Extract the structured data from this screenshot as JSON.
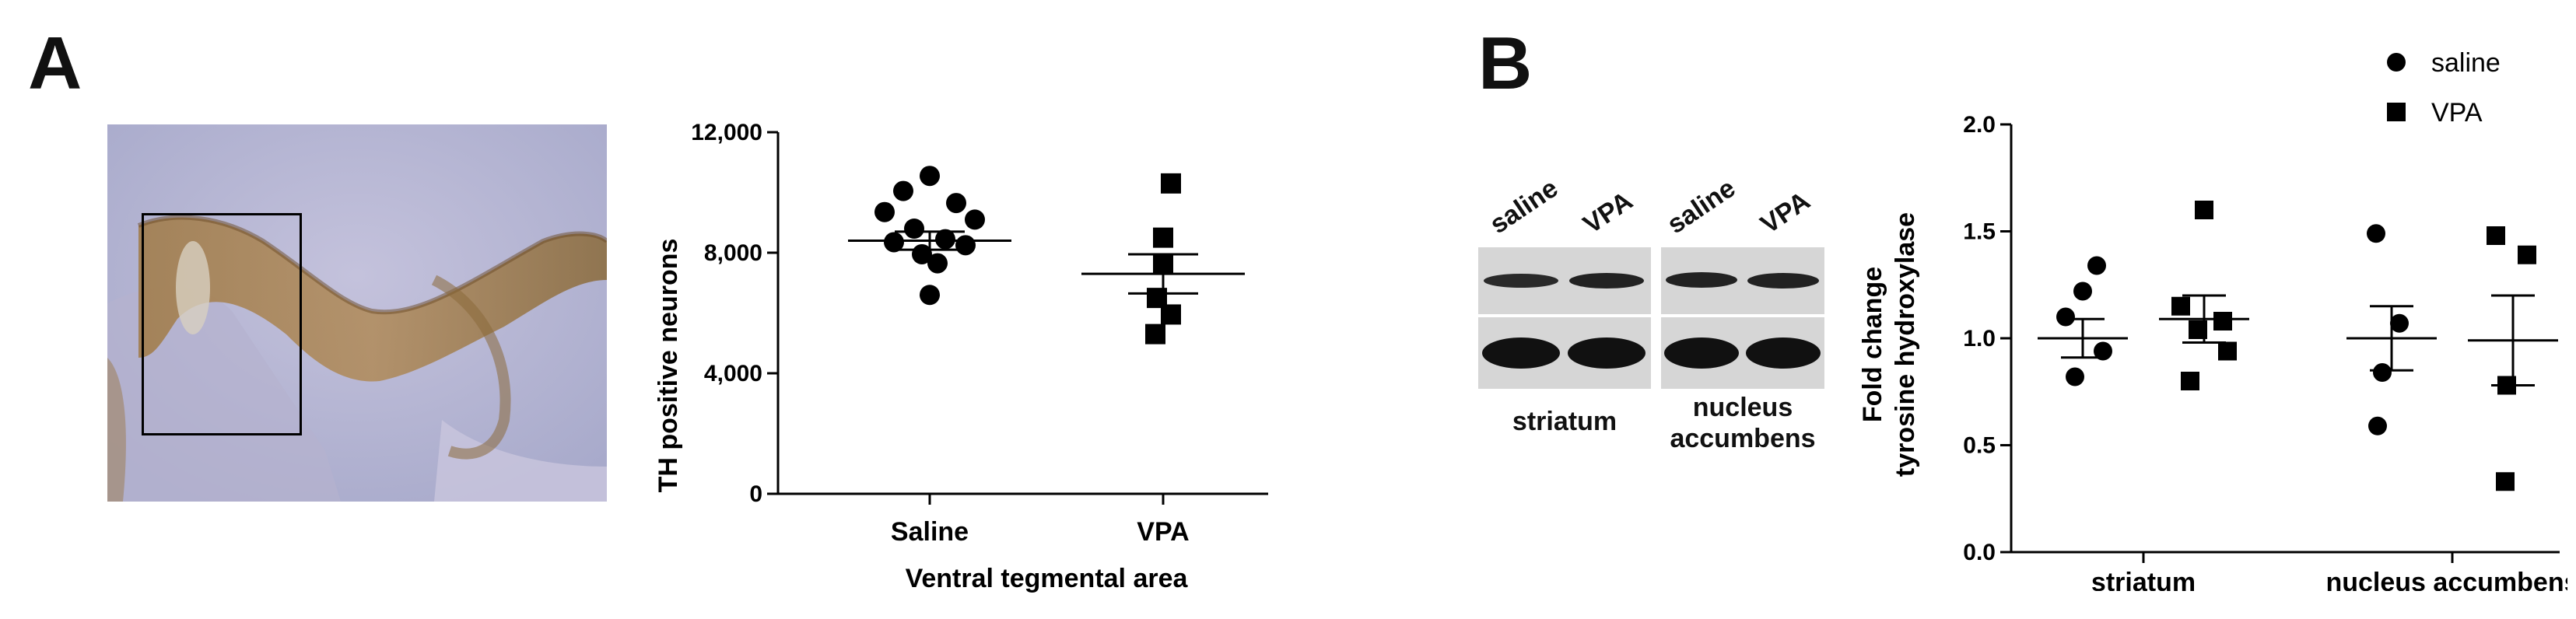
{
  "panel_a": {
    "letter": "A",
    "chart_data": {
      "type": "scatter",
      "title": "",
      "ylabel": "TH positive neurons",
      "xlabel": "Ventral tegmental area",
      "categories": [
        "Saline",
        "VPA"
      ],
      "ylim": [
        0,
        12000
      ],
      "yticks": [
        0,
        4000,
        8000,
        12000
      ],
      "ytick_labels": [
        "0",
        "4,000",
        "8,000",
        "12,000"
      ],
      "series": [
        {
          "category": "Saline",
          "marker": "circle",
          "values": [
            10550,
            10050,
            9650,
            9350,
            9100,
            8800,
            8450,
            8350,
            8250,
            7950,
            7650,
            6600
          ],
          "mean": 8400,
          "sem": 300
        },
        {
          "category": "VPA",
          "marker": "square",
          "values": [
            10300,
            8500,
            7650,
            6500,
            5950,
            5300
          ],
          "mean": 7300,
          "sem": 650
        }
      ]
    }
  },
  "panel_b": {
    "letter": "B",
    "blots": [
      {
        "lanes": [
          "saline",
          "VPA"
        ],
        "label_lines": [
          "striatum"
        ]
      },
      {
        "lanes": [
          "saline",
          "VPA"
        ],
        "label_lines": [
          "nucleus",
          "accumbens"
        ]
      }
    ],
    "chart_data": {
      "type": "scatter",
      "title": "",
      "ylabel_lines": [
        "Fold change",
        "tyrosine hydroxylase"
      ],
      "categories": [
        "striatum",
        "nucleus accumbens"
      ],
      "ylim": [
        0,
        2.0
      ],
      "yticks": [
        0,
        0.5,
        1.0,
        1.5,
        2.0
      ],
      "ytick_labels": [
        "0.0",
        "0.5",
        "1.0",
        "1.5",
        "2.0"
      ],
      "legend": {
        "placement": "top-right",
        "entries": [
          {
            "name": "saline",
            "marker": "circle"
          },
          {
            "name": "VPA",
            "marker": "square"
          }
        ]
      },
      "series": [
        {
          "name": "saline",
          "marker": "circle",
          "groups": [
            {
              "category": "striatum",
              "values": [
                1.34,
                1.22,
                1.1,
                0.94,
                0.82
              ],
              "mean": 1.0,
              "sem": 0.09
            },
            {
              "category": "nucleus accumbens",
              "values": [
                1.49,
                1.07,
                0.84,
                0.59
              ],
              "mean": 1.0,
              "sem": 0.15
            }
          ]
        },
        {
          "name": "VPA",
          "marker": "square",
          "groups": [
            {
              "category": "striatum",
              "values": [
                1.6,
                1.15,
                1.08,
                1.04,
                0.94,
                0.8
              ],
              "mean": 1.09,
              "sem": 0.11
            },
            {
              "category": "nucleus accumbens",
              "values": [
                1.48,
                1.39,
                0.78,
                0.33
              ],
              "mean": 0.99,
              "sem": 0.21
            }
          ]
        }
      ]
    }
  }
}
